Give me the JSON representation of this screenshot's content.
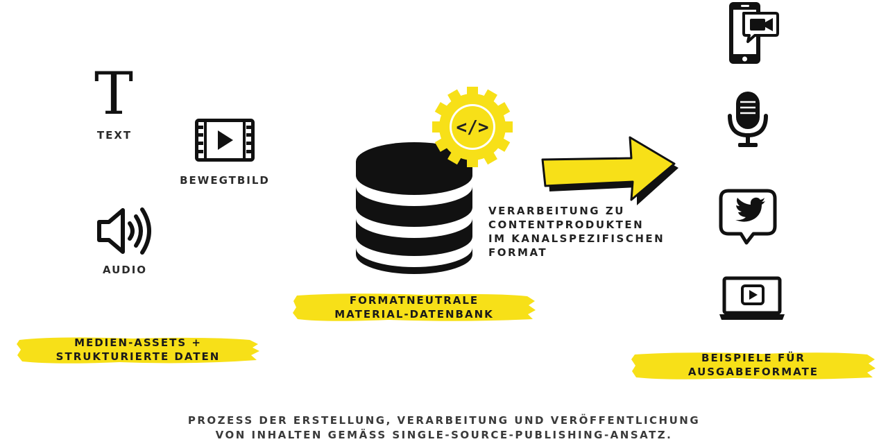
{
  "inputs": {
    "text_glyph": "T",
    "text_label": "TEXT",
    "video_label": "BEWEGTBILD",
    "audio_label": "AUDIO",
    "group_label": "MEDIEN-ASSETS +\nSTRUKTURIERTE DATEN"
  },
  "database": {
    "label": "FORMATNEUTRALE\nMATERIAL-DATENBANK",
    "gear_icon_text": "</>"
  },
  "process": {
    "label": "VERARBEITUNG ZU\nCONTENTPRODUKTEN\nIM KANALSPEZIFISCHEN\nFORMAT"
  },
  "outputs": {
    "group_label": "BEISPIELE FÜR\nAUSGABEFORMATE",
    "icons": [
      "smartphone-video-chat-icon",
      "microphone-icon",
      "twitter-bubble-icon",
      "laptop-video-icon"
    ]
  },
  "caption": "PROZESS DER ERSTELLUNG, VERARBEITUNG UND VERÖFFENTLICHUNG\nVON INHALTEN GEMÄSS SINGLE-SOURCE-PUBLISHING-ANSATZ.",
  "colors": {
    "accent": "#f7e018",
    "ink": "#111111",
    "label": "#2b2b2b"
  }
}
